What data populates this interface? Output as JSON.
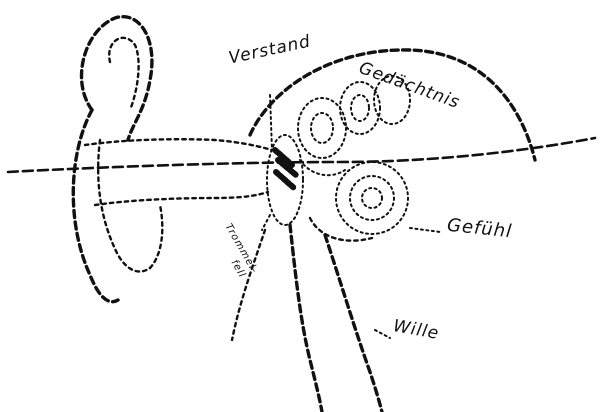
{
  "labels": {
    "verstand": "Verstand",
    "gedaechtnis": "Gedächtnis",
    "gefuehl": "Gefühl",
    "trommelfell_line1": "Trommel-",
    "trommelfell_line2": "fell",
    "wille": "Wille"
  }
}
